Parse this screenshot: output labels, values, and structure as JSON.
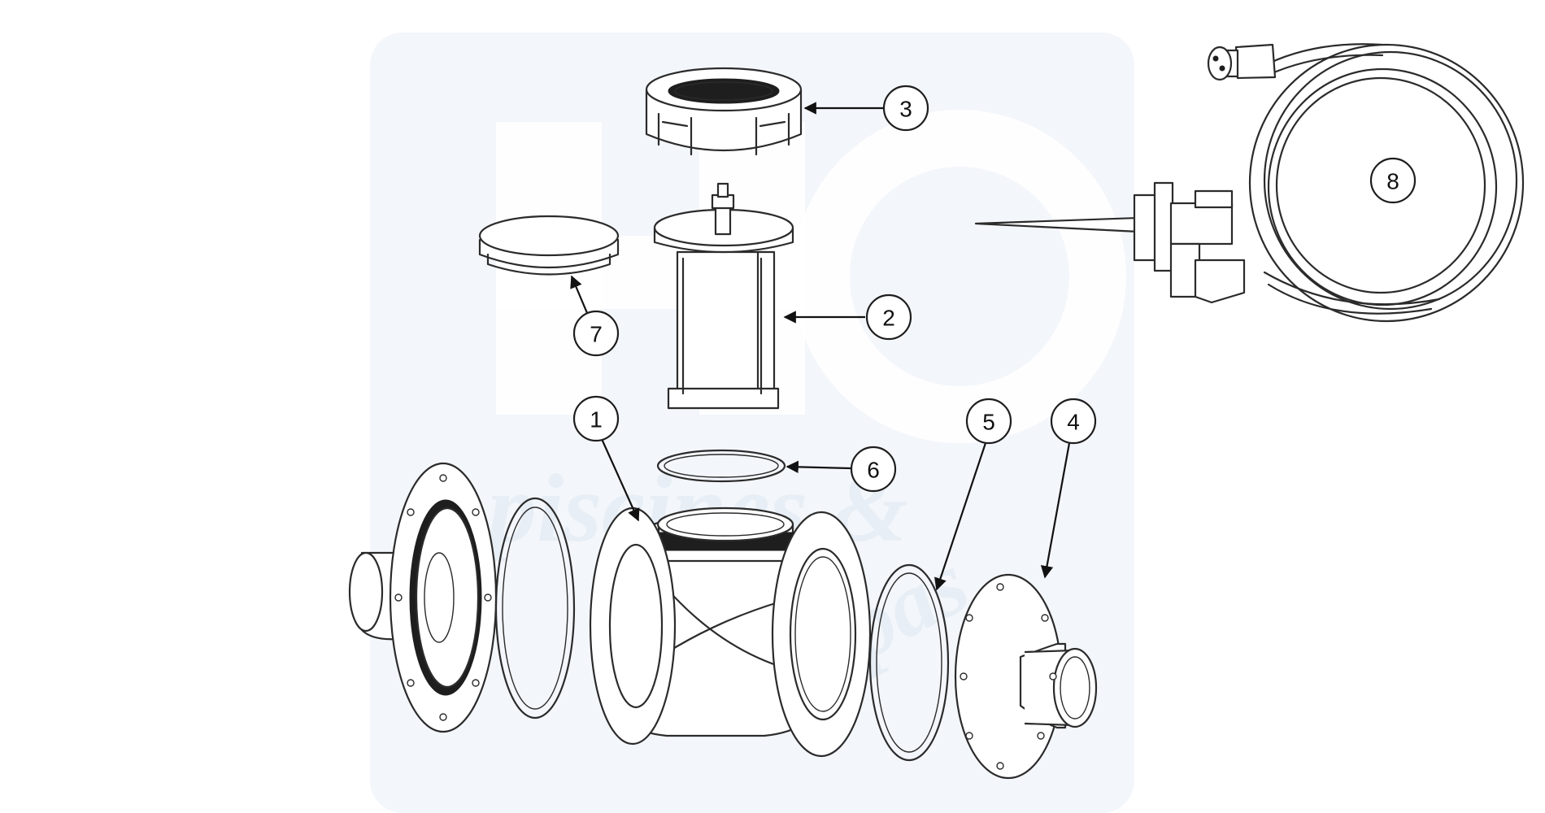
{
  "watermark": {
    "text_line1": "piscines &",
    "text_line2": "spas"
  },
  "callouts": [
    {
      "id": "1",
      "label": "1"
    },
    {
      "id": "2",
      "label": "2"
    },
    {
      "id": "3",
      "label": "3"
    },
    {
      "id": "4",
      "label": "4"
    },
    {
      "id": "5",
      "label": "5"
    },
    {
      "id": "6",
      "label": "6"
    },
    {
      "id": "7",
      "label": "7"
    },
    {
      "id": "8",
      "label": "8"
    }
  ],
  "colors": {
    "line": "#2b2b2b",
    "watermark": "#e9eff6",
    "background": "#ffffff"
  }
}
